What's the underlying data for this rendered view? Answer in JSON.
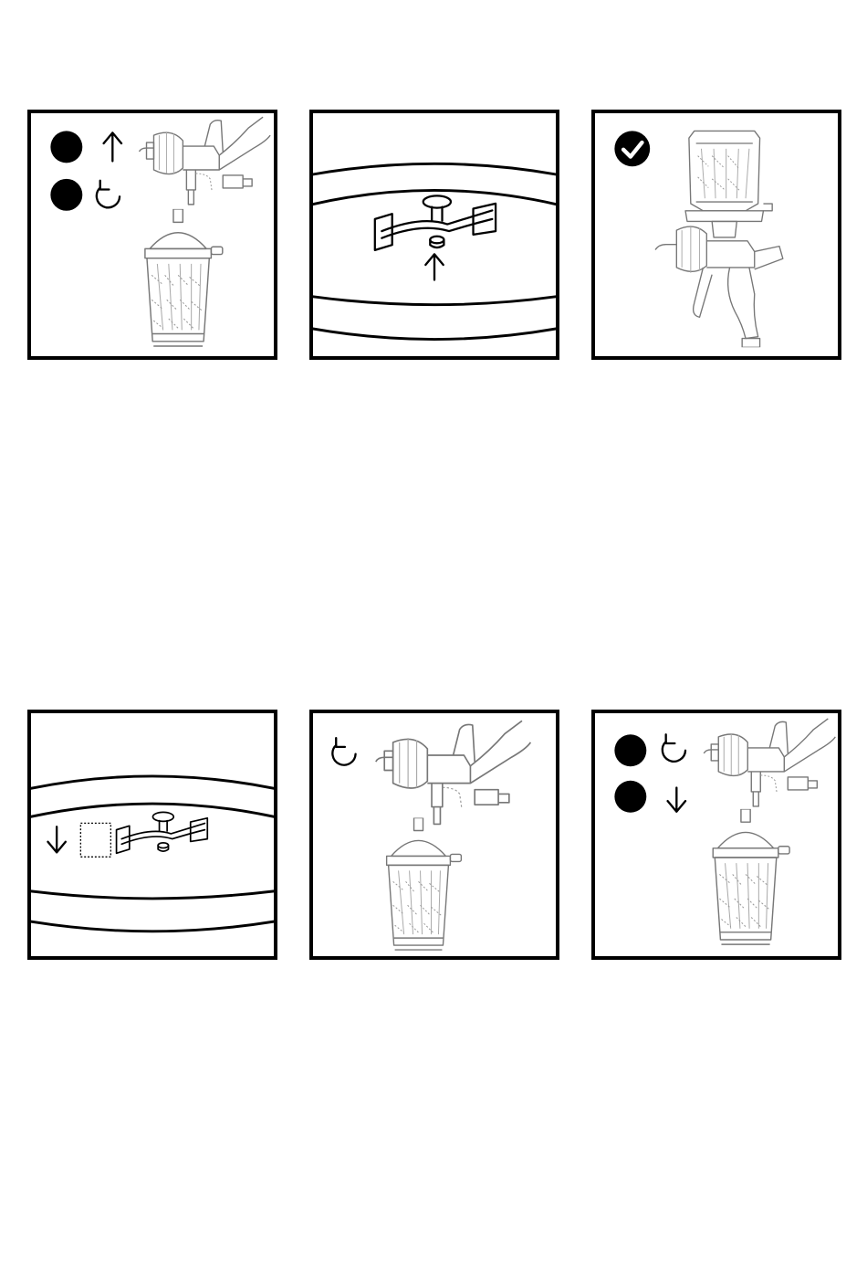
{
  "page": {
    "background": "#ffffff",
    "line_color": "#000000"
  },
  "panels": [
    {
      "id": "p1",
      "icons": [
        "step-bullet-icon",
        "arrow-up-icon",
        "step-bullet-icon",
        "rotate-clockwise-icon"
      ]
    },
    {
      "id": "p2",
      "icons": [
        "arrow-up-icon"
      ]
    },
    {
      "id": "p3",
      "icons": [
        "checkmark-badge-icon"
      ]
    },
    {
      "id": "p4",
      "icons": [
        "arrow-down-icon"
      ]
    },
    {
      "id": "p5",
      "icons": [
        "rotate-clockwise-icon"
      ]
    },
    {
      "id": "p6",
      "icons": [
        "step-bullet-icon",
        "rotate-clockwise-icon",
        "step-bullet-icon",
        "arrow-down-icon"
      ]
    }
  ]
}
